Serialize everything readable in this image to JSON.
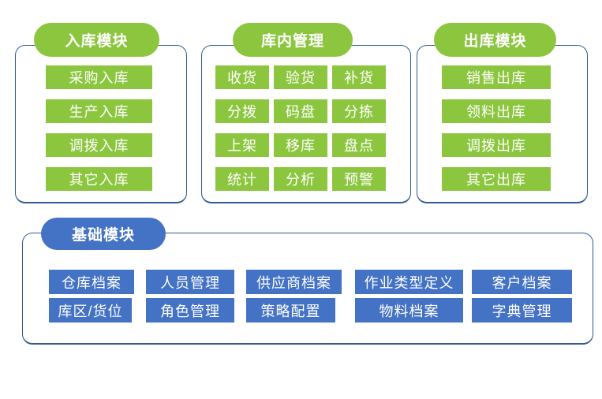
{
  "colors": {
    "green_accent": "#8CC63F",
    "blue_accent": "#4472C4",
    "panel_border": "#2F5B8F",
    "button_text": "#FFFFFF"
  },
  "modules": {
    "inbound": {
      "title": "入库模块",
      "items": [
        "采购入库",
        "生产入库",
        "调拨入库",
        "其它入库"
      ]
    },
    "warehouse_ops": {
      "title": "库内管理",
      "items": [
        "收货",
        "验货",
        "补货",
        "分拨",
        "码盘",
        "分拣",
        "上架",
        "移库",
        "盘点",
        "统计",
        "分析",
        "预警"
      ]
    },
    "outbound": {
      "title": "出库模块",
      "items": [
        "销售出库",
        "领料出库",
        "调拨出库",
        "其它出库"
      ]
    },
    "basic": {
      "title": "基础模块",
      "items": [
        "仓库档案",
        "人员管理",
        "供应商档案",
        "作业类型定义",
        "客户档案",
        "库区/货位",
        "角色管理",
        "策略配置",
        "物料档案",
        "字典管理"
      ]
    }
  }
}
